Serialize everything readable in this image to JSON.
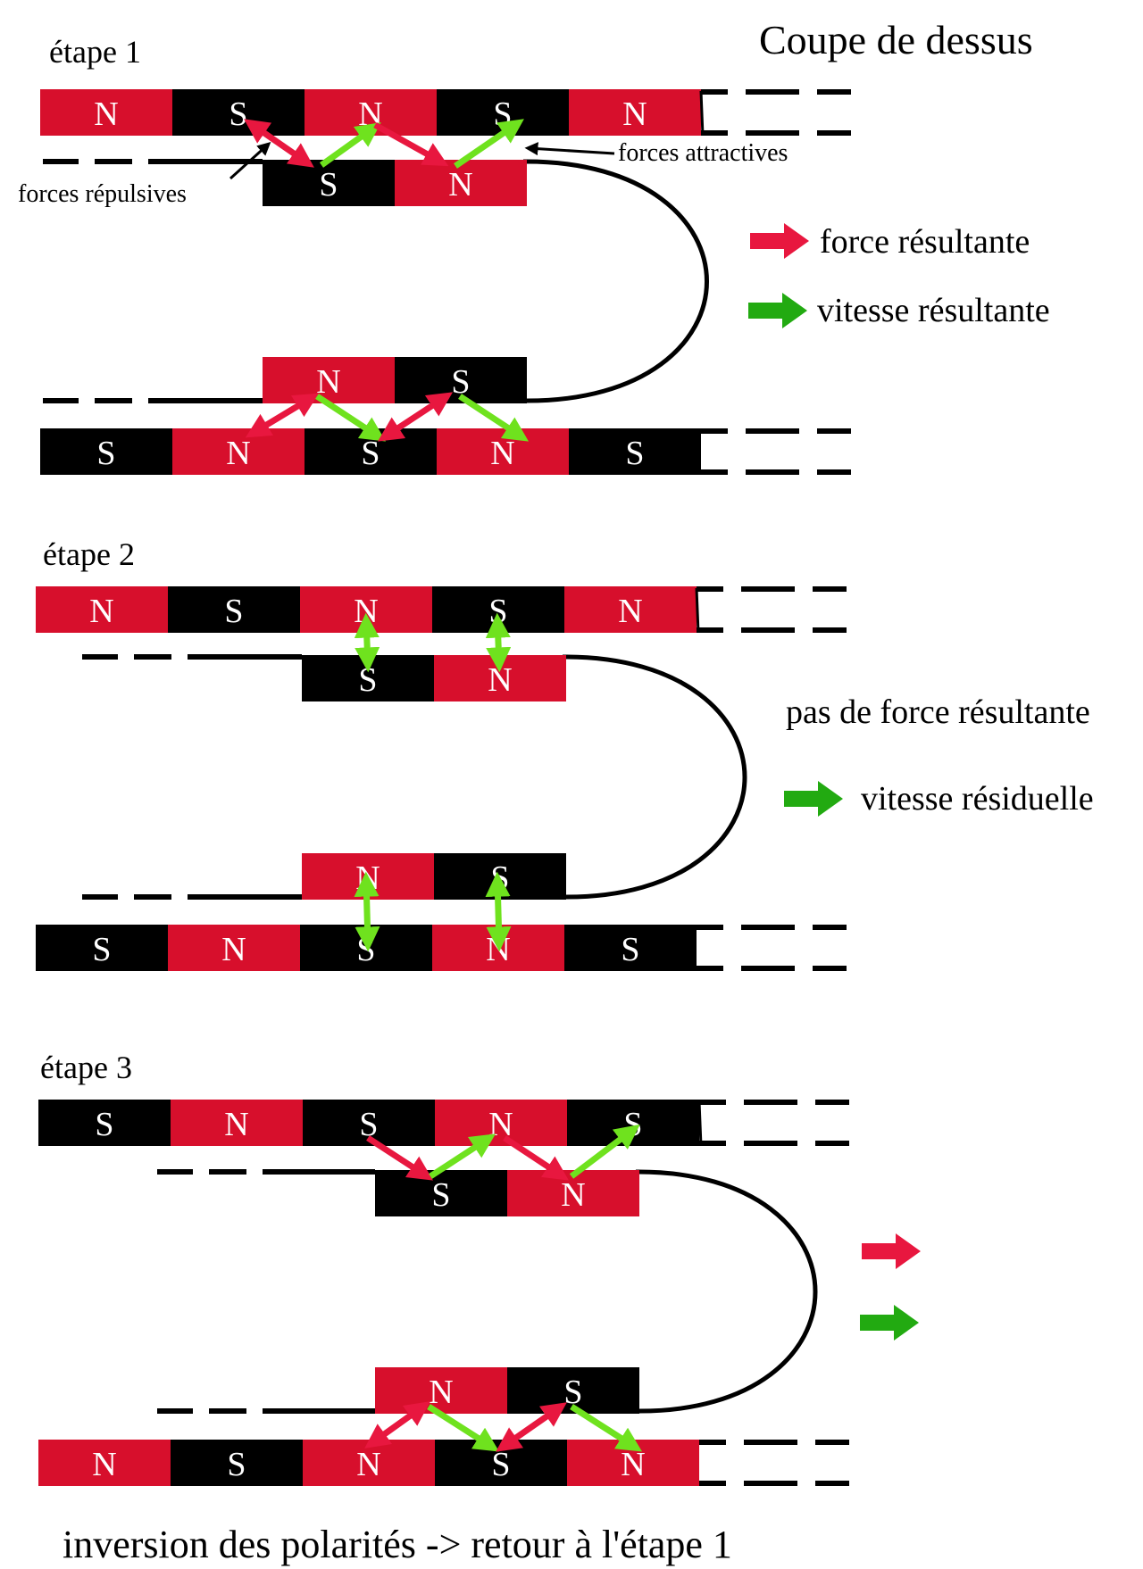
{
  "title": "Coupe de dessus",
  "colors": {
    "north": "#d70f2c",
    "south": "#000000",
    "force": "#e8173f",
    "velocity": "#22aa11",
    "velocity_light": "#6fe21e",
    "ink": "#000000"
  },
  "steps": [
    {
      "label": "étape 1",
      "top_row": [
        "N",
        "S",
        "N",
        "S",
        "N"
      ],
      "mover_top": [
        "S",
        "N"
      ],
      "mover_bottom": [
        "N",
        "S"
      ],
      "bottom_row": [
        "S",
        "N",
        "S",
        "N",
        "S"
      ],
      "annotations": {
        "repulsive": "forces répulsives",
        "attractive": "forces attractives"
      }
    },
    {
      "label": "étape 2",
      "top_row": [
        "N",
        "S",
        "N",
        "S",
        "N"
      ],
      "mover_top": [
        "S",
        "N"
      ],
      "mover_bottom": [
        "N",
        "S"
      ],
      "bottom_row": [
        "S",
        "N",
        "S",
        "N",
        "S"
      ]
    },
    {
      "label": "étape 3",
      "top_row": [
        "S",
        "N",
        "S",
        "N",
        "S"
      ],
      "mover_top": [
        "S",
        "N"
      ],
      "mover_bottom": [
        "N",
        "S"
      ],
      "bottom_row": [
        "N",
        "S",
        "N",
        "S",
        "N"
      ]
    }
  ],
  "legend": {
    "force": "force résultante",
    "velocity": "vitesse résultante",
    "no_force": "pas de force résultante",
    "residual_velocity": "vitesse résiduelle"
  },
  "footer": "inversion des polarités -> retour à l'étape 1"
}
